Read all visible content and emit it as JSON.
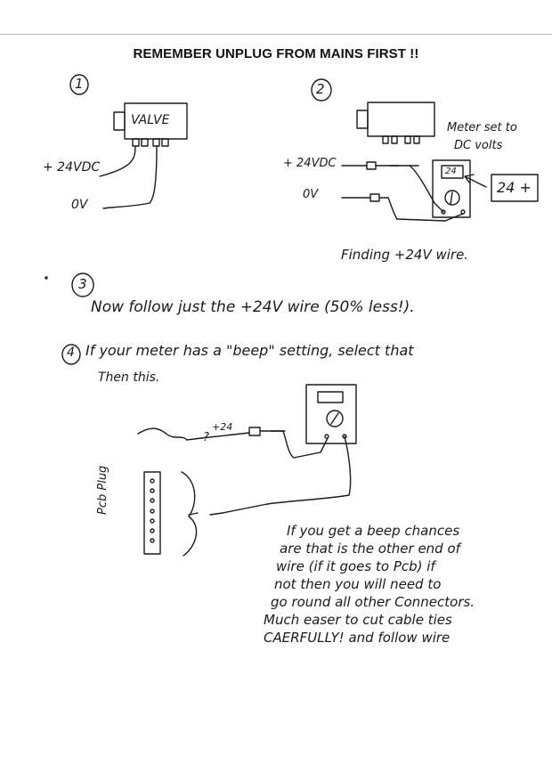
{
  "document": {
    "title": "REMEMBER UNPLUG FROM MAINS FIRST !!",
    "step1": {
      "number": "1",
      "valve_label": "VALVE",
      "wire_24v": "+ 24VDC",
      "wire_0v": "0V"
    },
    "step2": {
      "number": "2",
      "wire_24v": "+ 24VDC",
      "wire_0v": "0V",
      "meter_note_line1": "Meter set to",
      "meter_note_line2": "DC volts",
      "meter_display": "24",
      "reading_box": "24 +",
      "caption": "Finding +24V wire."
    },
    "step3": {
      "number": "3",
      "text": "Now follow just the +24V wire (50% less!)."
    },
    "step4": {
      "number": "4",
      "text_line1": "If your meter has a \"beep\" setting, select that",
      "text_line2": "Then this.",
      "wire_label": "+24",
      "question_mark": "?",
      "plug_label": "Pcb Plug",
      "note_lines": [
        "If you get a beep chances",
        "are that is the other end of",
        "wire (if it goes to Pcb) if",
        "not then you will need to",
        "go round all other Connectors.",
        "Much easer to cut cable ties",
        "CAERFULLY! and follow wire"
      ]
    }
  }
}
